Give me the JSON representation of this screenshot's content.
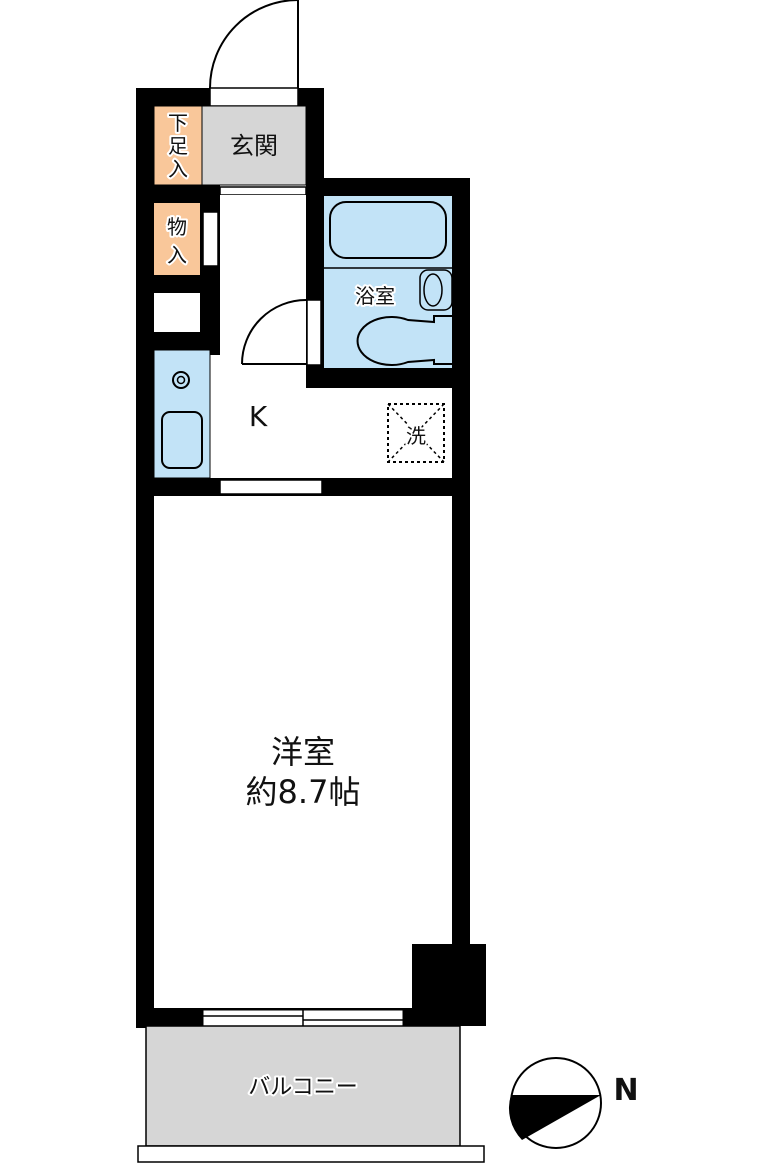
{
  "plan": {
    "type": "1K apartment floor plan",
    "colors": {
      "wall": "#000000",
      "entrance_floor": "#d6d6d6",
      "storage": "#f9c79a",
      "wet_area": "#c2e3f7",
      "balcony": "#d6d6d6",
      "floor": "#ffffff"
    },
    "rooms": {
      "shoe_storage": {
        "label": "下足入"
      },
      "entrance": {
        "label": "玄関"
      },
      "closet": {
        "label": "物入"
      },
      "bathroom": {
        "label": "浴室"
      },
      "kitchen": {
        "label": "K"
      },
      "laundry": {
        "label": "洗"
      },
      "western_room": {
        "label": "洋室",
        "size": "約8.7帖"
      },
      "balcony": {
        "label": "バルコニー"
      }
    },
    "compass": {
      "label": "N"
    }
  }
}
